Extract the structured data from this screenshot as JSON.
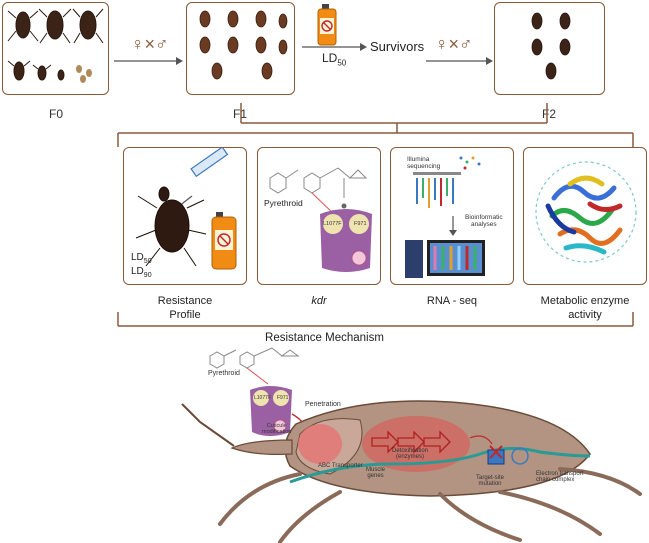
{
  "generations": [
    {
      "label": "F0"
    },
    {
      "label": "F1"
    },
    {
      "label": "F2"
    }
  ],
  "cross_symbol": "♀×♂",
  "treatment": {
    "dose_label": "LD",
    "dose_sub": "50",
    "survivors_label": "Survivors"
  },
  "panels": [
    {
      "label_line1": "Resistance",
      "label_line2": "Profile",
      "ld50": "LD",
      "ld50_sub": "50",
      "ld90": "LD",
      "ld90_sub": "90"
    },
    {
      "label": "kdr",
      "pyrethroid": "Pyrethroid",
      "mut1": "L1077F",
      "mut2": "F971"
    },
    {
      "label": "RNA - seq",
      "illumina_line1": "Illumina",
      "illumina_line2": "sequencing",
      "bioinf_line1": "Bioinformatic",
      "bioinf_line2": "analyses"
    },
    {
      "label_line1": "Metabolic enzyme",
      "label_line2": "activity"
    }
  ],
  "mechanism": {
    "title": "Resistance Mechanism",
    "pyrethroid": "Pyrethroid",
    "mut1": "L1077F",
    "mut2": "F971",
    "penetration": "Penetration",
    "cuticle_line1": "Cuticule",
    "cuticle_line2": "modification",
    "detox_line1": "Detoxification",
    "detox_line2": "(enzymes)",
    "abc": "ABC Transporter",
    "muscle_line1": "Muscle",
    "muscle_line2": "genes",
    "target_line1": "Target-site",
    "target_line2": "mutation",
    "electron_line1": "Electron transport",
    "electron_line2": "chain complex"
  },
  "colors": {
    "border": "#8a5a3a",
    "bug": "#3b2417",
    "channel": "#9b5fa3",
    "spray": "#f08c14",
    "detox": "#e05050"
  }
}
